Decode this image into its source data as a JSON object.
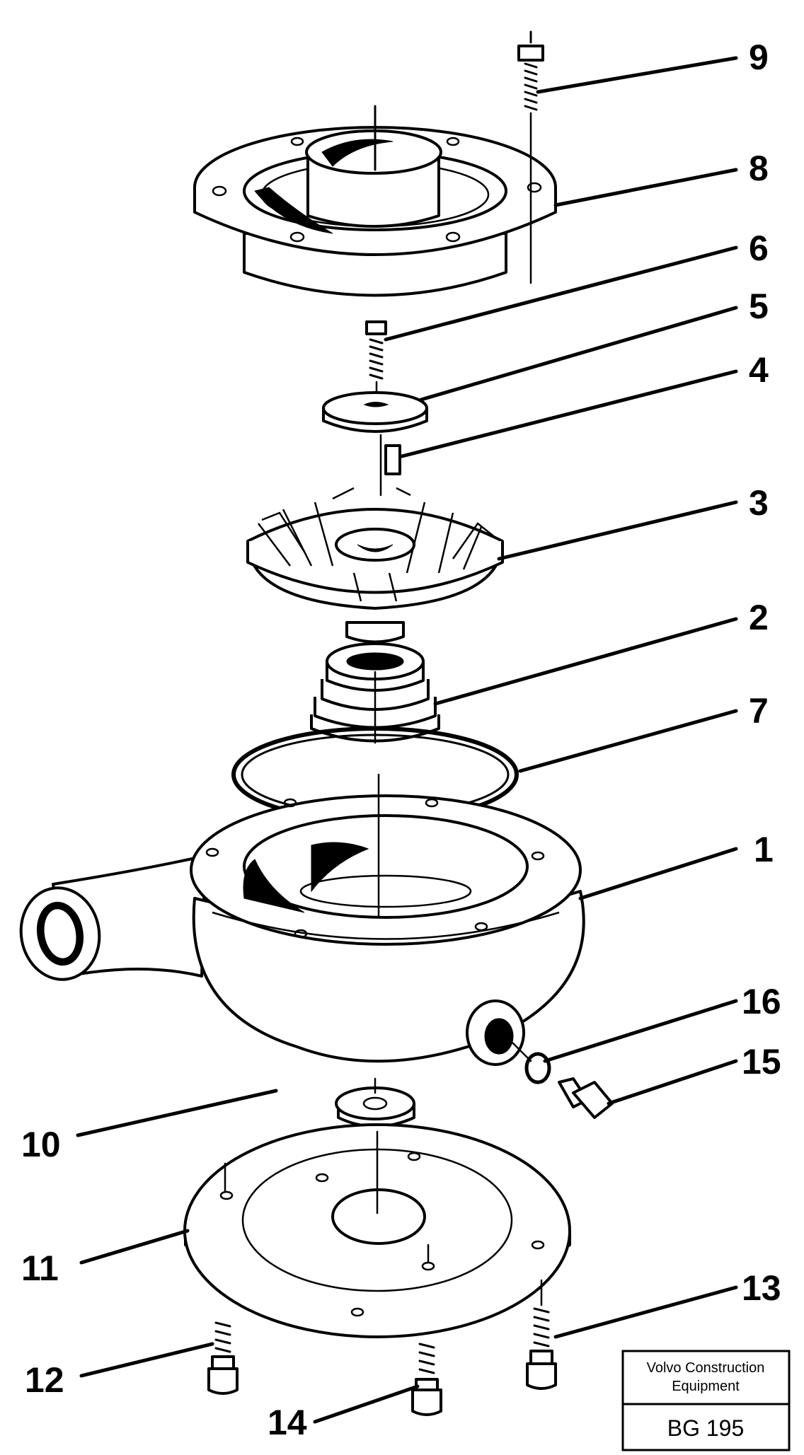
{
  "callouts": [
    {
      "id": "9",
      "label": "9"
    },
    {
      "id": "8",
      "label": "8"
    },
    {
      "id": "6",
      "label": "6"
    },
    {
      "id": "5",
      "label": "5"
    },
    {
      "id": "4",
      "label": "4"
    },
    {
      "id": "3",
      "label": "3"
    },
    {
      "id": "2",
      "label": "2"
    },
    {
      "id": "7",
      "label": "7"
    },
    {
      "id": "1",
      "label": "1"
    },
    {
      "id": "16",
      "label": "16"
    },
    {
      "id": "15",
      "label": "15"
    },
    {
      "id": "10",
      "label": "10"
    },
    {
      "id": "11",
      "label": "11"
    },
    {
      "id": "13",
      "label": "13"
    },
    {
      "id": "12",
      "label": "12"
    },
    {
      "id": "14",
      "label": "14"
    }
  ],
  "title_box": {
    "company_line1": "Volvo Construction",
    "company_line2": "Equipment",
    "code": "BG 195"
  },
  "colors": {
    "ink": "#000000",
    "paper": "#ffffff"
  }
}
